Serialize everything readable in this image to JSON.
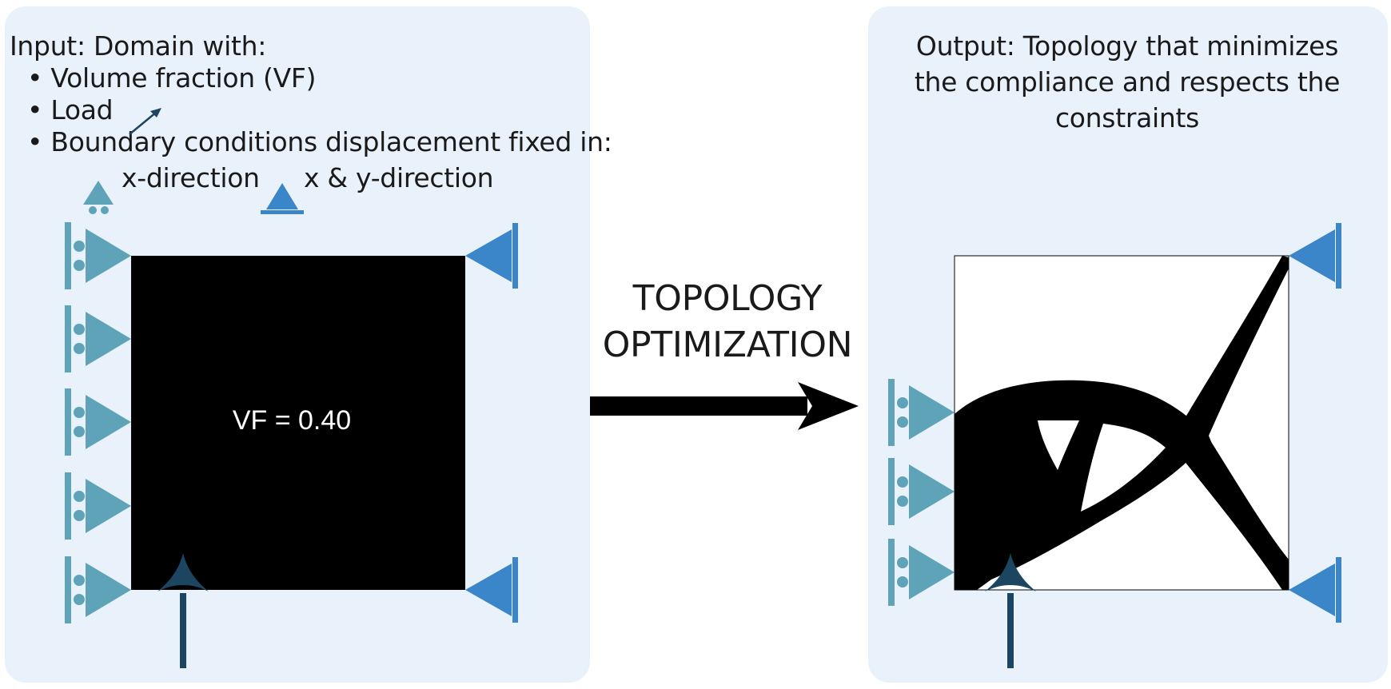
{
  "input": {
    "heading": "Input: Domain with:",
    "bullets": [
      "Volume fraction (VF)",
      "Load",
      "Boundary conditions displacement fixed in:"
    ],
    "legend_x": "x-direction",
    "legend_xy": "x & y-direction",
    "vf_label": "VF = 0.40"
  },
  "process": {
    "line1": "TOPOLOGY",
    "line2": "OPTIMIZATION"
  },
  "output": {
    "line1": "Output: Topology that minimizes",
    "line2": "the compliance and respects the",
    "line3": "constraints"
  },
  "colors": {
    "panel_bg": "#e9f2fb",
    "roller_support": "#5fa3b8",
    "pin_support": "#3b86c8",
    "load_arrow": "#1b4560",
    "material": "#000000"
  },
  "icons": {
    "roller": "roller-support-icon",
    "pin": "pin-support-icon",
    "load": "load-arrow-icon",
    "process": "right-arrow-icon"
  }
}
